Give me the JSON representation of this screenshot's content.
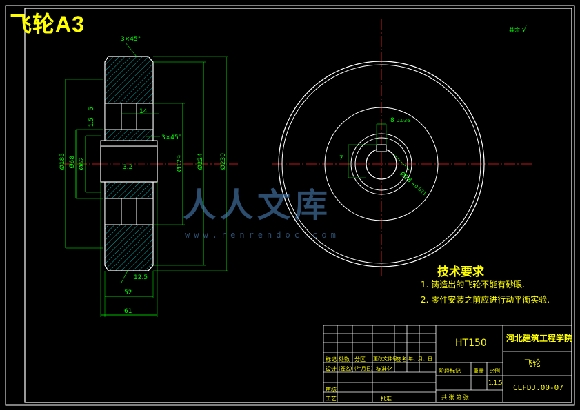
{
  "sheet_title": "飞轮A3",
  "roughness_note": "其余",
  "tech_requirements": {
    "heading": "技术要求",
    "items": [
      "1. 铸造出的飞轮不能有砂眼.",
      "2. 零件安装之前应进行动平衡实验."
    ]
  },
  "title_block": {
    "material": "HT150",
    "school": "河北建筑工程学院",
    "part_name": "飞轮",
    "drawing_no": "CLFDJ.00-07",
    "scale": "1:1.5",
    "row_labels": [
      "标记",
      "处数",
      "分区",
      "更改文件号",
      "签名",
      "年、月、日"
    ],
    "design_row": [
      "设计",
      "(签名)",
      "(年月日)",
      "标准化"
    ],
    "review": "审核",
    "process": "工艺",
    "approve": "批准",
    "stage_headers": [
      "阶段标记",
      "重量",
      "比例"
    ],
    "sheet_info": "共 张  第 张"
  },
  "dimensions": {
    "chamfer_top": "3×45°",
    "chamfer_mid": "3×45°",
    "d185": "Ø185",
    "d68": "Ø68",
    "d62": "Ø62",
    "d129": "Ø129",
    "d224": "Ø224",
    "d230": "Ø230",
    "w14": "14",
    "w52": "52",
    "w61": "61",
    "r12_5": "12.5",
    "r3_2": "3.2",
    "r51": "5",
    "r1_5": "1.5",
    "key_w": "8",
    "key_tol": "0.036",
    "key_h": "7",
    "bore": "Ø28",
    "bore_tol": "+0.021"
  },
  "watermark": {
    "text": "人人文库",
    "url": "www.renrendoc.com"
  }
}
